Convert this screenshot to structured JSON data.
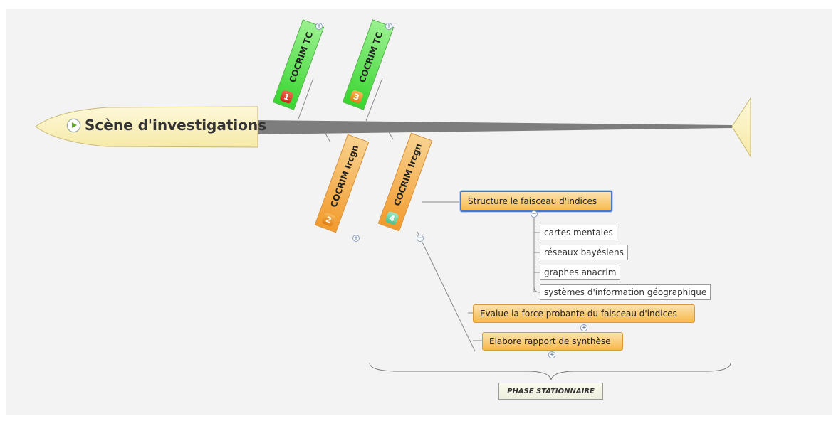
{
  "diagram": {
    "head": {
      "title": "Scène d'investigations",
      "icon": "play-icon"
    },
    "bones": [
      {
        "id": "b1",
        "label": "COCRIM TC",
        "number": "1",
        "color": "#37d52f"
      },
      {
        "id": "b3",
        "label": "COCRIM TC",
        "number": "3",
        "color": "#37d52f"
      },
      {
        "id": "b2",
        "label": "COCRIM Ircgn",
        "number": "2",
        "color": "#f29a2c"
      },
      {
        "id": "b4",
        "label": "COCRIM Ircgn",
        "number": "4",
        "color": "#f29a2c"
      }
    ],
    "topics": [
      {
        "id": "t1",
        "label": "Structure le faisceau d'indices",
        "selected": true
      },
      {
        "id": "t2",
        "label": "Evalue la force probante du faisceau d'indices"
      },
      {
        "id": "t3",
        "label": "Elabore rapport de synthèse"
      }
    ],
    "subtopics": [
      "cartes mentales",
      "réseaux bayésiens",
      "graphes anacrim",
      "systèmes d'information géographique"
    ],
    "summary_label": "PHASE STATIONNAIRE",
    "expand_symbol": "+",
    "collapse_symbol": "−"
  },
  "colors": {
    "spine": "#7a7a7a",
    "head_fill": "#fbf3c4",
    "green": "#37d52f",
    "orange": "#f29a2c",
    "selected_border": "#4a78c8"
  }
}
